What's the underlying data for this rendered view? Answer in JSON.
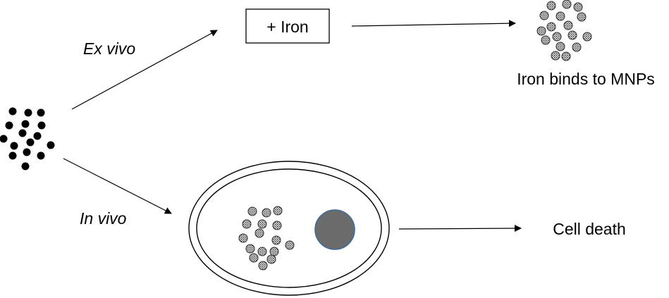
{
  "labels": {
    "ex_vivo": "Ex vivo",
    "in_vivo": "In vivo",
    "add_iron": "+ Iron",
    "iron_binds": "Iron binds to MNPs",
    "cell_death": "Cell death"
  },
  "colors": {
    "line": "#000000",
    "mnp_fill": "#000000",
    "bound_particle_fill": "#bdbdbd",
    "bound_particle_stroke": "#2a2a2a",
    "nucleus_fill": "#6b6b6b",
    "nucleus_stroke": "#3e6b9a"
  },
  "icons": {
    "free_mnp": "solid-black-dot",
    "iron_bound_mnp": "stippled-grey-dot",
    "cell": "double-outlined-ellipse",
    "nucleus": "filled-grey-circle"
  }
}
